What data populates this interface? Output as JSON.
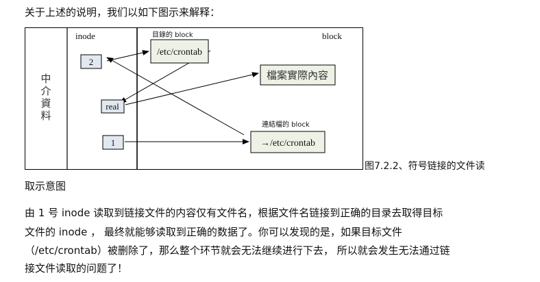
{
  "intro": "关于上述的说明，我们以如下图示来解释：",
  "figure": {
    "left_label_chars": [
      "中",
      "介",
      "資",
      "料"
    ],
    "inode_header": "inode",
    "block_header": "block",
    "dir_block_label": "目錄的 block",
    "link_block_label": "連結檔的 block",
    "boxes": {
      "etc_crontab": "/etc/crontab",
      "file_content": "檔案實際內容",
      "arrow_crontab": "→/etc/crontab",
      "inode_2": "2",
      "inode_real": "real",
      "inode_1": "1"
    }
  },
  "caption": "图7.2.2、符号链接的文件读",
  "caption_cont": "取示意图",
  "paragraph_lines": [
    "由 1 号 inode 读取到链接文件的内容仅有文件名，根据文件名链接到正确的目录去取得目标",
    "文件的 inode ， 最终就能够读取到正确的数据了。你可以发现的是，如果目标文件",
    "（/etc/crontab）被删除了，那么整个环节就会无法继续进行下去， 所以就会发生无法通过链",
    "接文件读取的问题了！"
  ]
}
